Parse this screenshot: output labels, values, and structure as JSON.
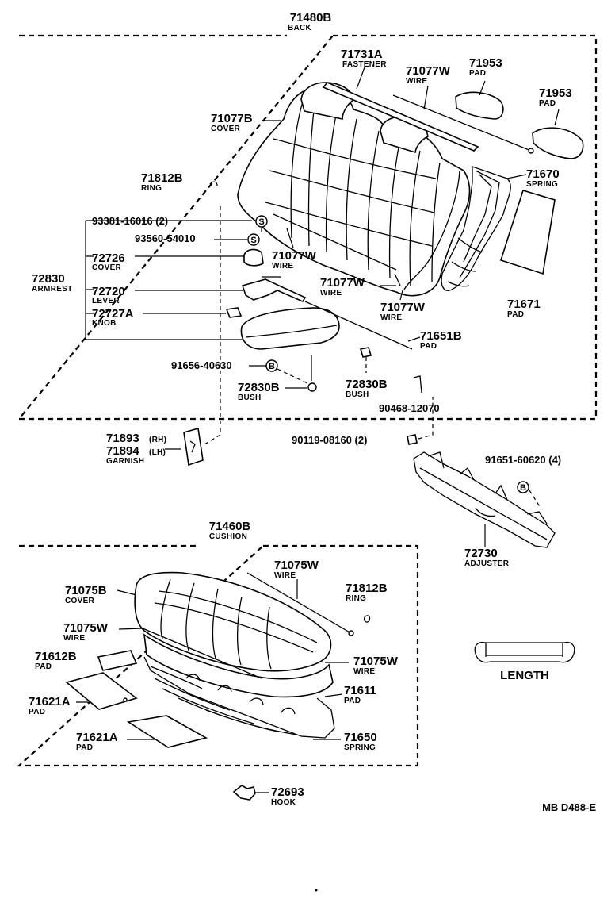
{
  "groups": {
    "back": {
      "number": "71480B",
      "name": "BACK"
    },
    "cushion": {
      "number": "71460B",
      "name": "CUSHION"
    }
  },
  "labels": {
    "l71731A": {
      "number": "71731A",
      "name": "FASTENER"
    },
    "l71077W_top": {
      "number": "71077W",
      "name": "WIRE"
    },
    "l71953_a": {
      "number": "71953",
      "name": "PAD"
    },
    "l71953_b": {
      "number": "71953",
      "name": "PAD"
    },
    "l71077B": {
      "number": "71077B",
      "name": "COVER"
    },
    "l71812B_top": {
      "number": "71812B",
      "name": "RING"
    },
    "l71670": {
      "number": "71670",
      "name": "SPRING"
    },
    "l93381": {
      "number": "93381-16016 (2)"
    },
    "l93560": {
      "number": "93560-54010"
    },
    "l72726": {
      "number": "72726",
      "name": "COVER"
    },
    "l71077W_mid": {
      "number": "71077W",
      "name": "WIRE"
    },
    "l72830": {
      "number": "72830",
      "name": "ARMREST"
    },
    "l72720": {
      "number": "72720",
      "name": "LEVER"
    },
    "l71077W_c": {
      "number": "71077W",
      "name": "WIRE"
    },
    "l71077W_d": {
      "number": "71077W",
      "name": "WIRE"
    },
    "l71671": {
      "number": "71671",
      "name": "PAD"
    },
    "l72727A": {
      "number": "72727A",
      "name": "KNOB"
    },
    "l71651B": {
      "number": "71651B",
      "name": "PAD"
    },
    "l91656": {
      "number": "91656-40630"
    },
    "l72830B_a": {
      "number": "72830B",
      "name": "BUSH"
    },
    "l72830B_b": {
      "number": "72830B",
      "name": "BUSH"
    },
    "l90468": {
      "number": "90468-12070"
    },
    "l71893": {
      "number": "71893",
      "suffix": "(RH)"
    },
    "l71894": {
      "number": "71894",
      "suffix": "(LH)",
      "name": "GARNISH"
    },
    "l90119": {
      "number": "90119-08160 (2)"
    },
    "l91651": {
      "number": "91651-60620 (4)"
    },
    "l72730": {
      "number": "72730",
      "name": "ADJUSTER"
    },
    "l71075W_top": {
      "number": "71075W",
      "name": "WIRE"
    },
    "l71075B": {
      "number": "71075B",
      "name": "COVER"
    },
    "l71812B_bot": {
      "number": "71812B",
      "name": "RING"
    },
    "l71075W_left": {
      "number": "71075W",
      "name": "WIRE"
    },
    "l71612B": {
      "number": "71612B",
      "name": "PAD"
    },
    "l71075W_right": {
      "number": "71075W",
      "name": "WIRE"
    },
    "l71611": {
      "number": "71611",
      "name": "PAD"
    },
    "l71621A_a": {
      "number": "71621A",
      "name": "PAD"
    },
    "l71621A_b": {
      "number": "71621A",
      "name": "PAD"
    },
    "l71650": {
      "number": "71650",
      "name": "SPRING"
    },
    "l72693": {
      "number": "72693",
      "name": "HOOK"
    }
  },
  "symbols": {
    "s": "S",
    "b": "B"
  },
  "length_label": "LENGTH",
  "diagram_code": "MB D488-E"
}
